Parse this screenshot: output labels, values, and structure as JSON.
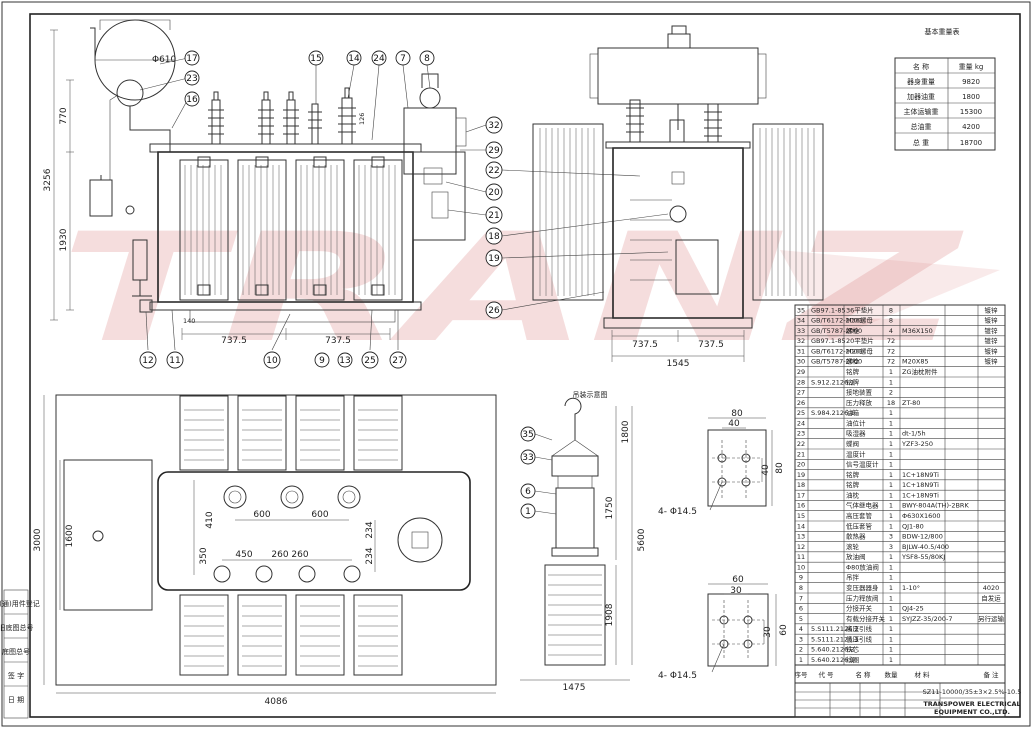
{
  "watermark": "TRANZ",
  "weight_table": {
    "title": "基本重量表",
    "header": [
      "名 称",
      "重量 kg"
    ],
    "rows": [
      [
        "器身重量",
        "9820"
      ],
      [
        "加器油重",
        "1800"
      ],
      [
        "主体运输重",
        "15300"
      ],
      [
        "总油重",
        "4200"
      ],
      [
        "总 重",
        "18700"
      ]
    ]
  },
  "callouts": {
    "front": [
      "17",
      "23",
      "16",
      "15",
      "14",
      "24",
      "7",
      "8",
      "32",
      "29",
      "22",
      "20",
      "21",
      "18",
      "19",
      "26",
      "12",
      "11",
      "10",
      "9",
      "13",
      "25",
      "27"
    ],
    "install": [
      "35",
      "33",
      "6",
      "1"
    ]
  },
  "dimensions": {
    "front_height": "3256",
    "front_upper": "770",
    "front_lower": "1930",
    "conservator": "Φ610",
    "d_140": "140",
    "d_126": "126",
    "front_span1": "737.5",
    "front_span2": "737.5",
    "side_span1": "737.5",
    "side_span2": "737.5",
    "side_width": "1545",
    "plan_600a": "600",
    "plan_600b": "600",
    "plan_410": "410",
    "plan_450": "450",
    "plan_260a": "260",
    "plan_260b": "260",
    "plan_350": "350",
    "plan_234a": "234",
    "plan_234b": "234",
    "plan_1600": "1600",
    "plan_3000": "3000",
    "plan_width": "4086",
    "install_1800": "1800",
    "install_1750": "1750",
    "install_5600": "5600",
    "install_1908": "1908",
    "install_width": "1475"
  },
  "install_title": "吊装示意图",
  "bolt1": {
    "w1": "80",
    "w2": "40",
    "h1": "40",
    "h2": "80",
    "holes": "4- Φ14.5"
  },
  "bolt2": {
    "w1": "60",
    "w2": "30",
    "h1": "30",
    "h2": "60",
    "holes": "4- Φ14.5"
  },
  "parts_table": {
    "rows": [
      [
        "35",
        "GB97.1-85",
        "36平垫片",
        "8",
        "",
        "镀锌"
      ],
      [
        "34",
        "GB/T6172-2000",
        "M36螺母",
        "8",
        "",
        "镀锌"
      ],
      [
        "33",
        "GB/T5787-2000",
        "螺栓",
        "4",
        "M36X150",
        "镀锌"
      ],
      [
        "32",
        "GB97.1-85",
        "20平垫片",
        "72",
        "",
        "镀锌"
      ],
      [
        "31",
        "GB/T6172-2000",
        "M20螺母",
        "72",
        "",
        "镀锌"
      ],
      [
        "30",
        "GB/T5787-2000",
        "螺栓",
        "72",
        "M20X85",
        "镀锌"
      ],
      [
        "29",
        "",
        "铭牌",
        "1",
        "ZG油枕附件",
        ""
      ],
      [
        "28",
        "S.912.2126.1",
        "铭牌",
        "1",
        "",
        ""
      ],
      [
        "27",
        "",
        "接地装置",
        "2",
        "",
        ""
      ],
      [
        "26",
        "",
        "压力释放",
        "18",
        "ZT-80",
        ""
      ],
      [
        "25",
        "S.984.2126.1",
        "油箱",
        "1",
        "",
        ""
      ],
      [
        "24",
        "",
        "油位计",
        "1",
        "",
        ""
      ],
      [
        "23",
        "",
        "吸湿器",
        "1",
        "dt-1/5h",
        ""
      ],
      [
        "22",
        "",
        "蝶阀",
        "1",
        "YZF3-250",
        ""
      ],
      [
        "21",
        "",
        "温度计",
        "1",
        "",
        ""
      ],
      [
        "20",
        "",
        "信号温度计",
        "1",
        "",
        ""
      ],
      [
        "19",
        "",
        "铭牌",
        "1",
        "1C+18N9Ti",
        ""
      ],
      [
        "18",
        "",
        "铭牌",
        "1",
        "1C+18N9Ti",
        ""
      ],
      [
        "17",
        "",
        "油枕",
        "1",
        "1C+18N9Ti",
        ""
      ],
      [
        "16",
        "",
        "气体继电器",
        "1",
        "BWY-804A(TH)-2BRK",
        ""
      ],
      [
        "15",
        "",
        "高压套管",
        "1",
        "Φ630X1600",
        ""
      ],
      [
        "14",
        "",
        "低压套管",
        "1",
        "QJ1-80",
        ""
      ],
      [
        "13",
        "",
        "散热器",
        "3",
        "BDW-12/800",
        ""
      ],
      [
        "12",
        "",
        "滚轮",
        "3",
        "BJLW-40.5/400",
        ""
      ],
      [
        "11",
        "",
        "放油阀",
        "1",
        "YSF8-55/80KJ",
        ""
      ],
      [
        "10",
        "",
        "Φ80放油阀",
        "1",
        "",
        ""
      ],
      [
        "9",
        "",
        "吊拌",
        "1",
        "",
        ""
      ],
      [
        "8",
        "",
        "变压器器身",
        "1",
        "1-10°",
        "4020"
      ],
      [
        "7",
        "",
        "压力释放阀",
        "1",
        "",
        "自发运"
      ],
      [
        "6",
        "",
        "分接开关",
        "1",
        "QJ4-25",
        ""
      ],
      [
        "5",
        "",
        "有载分接开关",
        "1",
        "SYJZZ-35/200-7",
        "另行运输"
      ],
      [
        "4",
        "5.S111.2126.2",
        "高压引线",
        "1",
        "",
        ""
      ],
      [
        "3",
        "5.S111.2126.3",
        "低压引线",
        "1",
        "",
        ""
      ],
      [
        "2",
        "5.640.2126.2",
        "铁芯",
        "1",
        "",
        ""
      ],
      [
        "1",
        "5.640.2126.1",
        "线圈",
        "1",
        "",
        ""
      ]
    ],
    "header": [
      "序号",
      "代 号",
      "名 称",
      "数量",
      "材 料",
      "备 注"
    ],
    "model": "SZ11-10000/35±3×2.5%-10.5",
    "company_line1": "TRANSPOWER ELECTRICAL",
    "company_line2": "EQUIPMENT CO.,LTD."
  },
  "left_strip": [
    "借(通)用件登记",
    "旧底图总号",
    "底图总号",
    "签 字",
    "日 期"
  ]
}
